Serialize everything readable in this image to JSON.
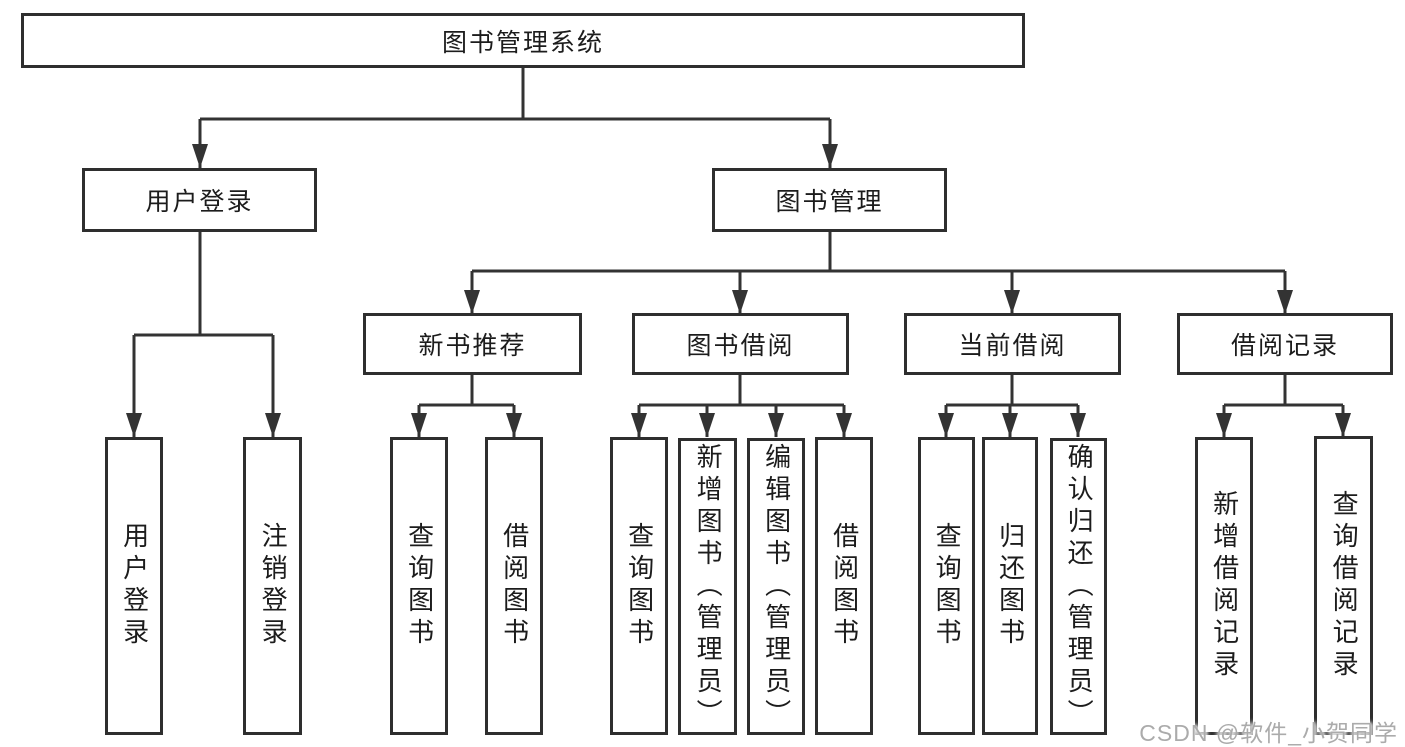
{
  "diagram": {
    "root_label": "图书管理系统",
    "branches": {
      "user_login": {
        "label": "用户登录",
        "children": [
          "用户登录",
          "注销登录"
        ]
      },
      "book_mgmt": {
        "label": "图书管理",
        "sections": [
          {
            "label": "新书推荐",
            "children": [
              "查询图书",
              "借阅图书"
            ]
          },
          {
            "label": "图书借阅",
            "children": [
              "查询图书",
              "新增图书（管理员）",
              "编辑图书（管理员）",
              "借阅图书"
            ]
          },
          {
            "label": "当前借阅",
            "children": [
              "查询图书",
              "归还图书",
              "确认归还（管理员）"
            ]
          },
          {
            "label": "借阅记录",
            "children": [
              "新增借阅记录",
              "查询借阅记录"
            ]
          }
        ]
      }
    }
  },
  "watermark": {
    "text": "CSDN @软件_小贺同学"
  },
  "colors": {
    "line": "#333333",
    "box_border": "#2e2e2e",
    "text": "#1c1c1c",
    "watermark": "#ababab",
    "background": "#ffffff"
  }
}
